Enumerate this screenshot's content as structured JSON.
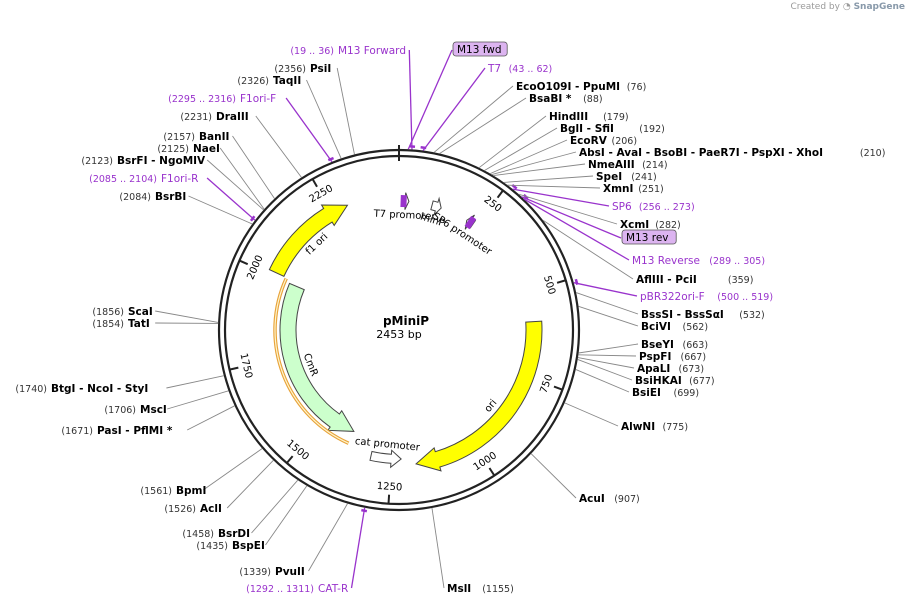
{
  "credit": {
    "prefix": "Created by",
    "brand": "SnapGene"
  },
  "plasmid": {
    "name": "pMiniP",
    "size_label": "2453 bp",
    "length": 2453
  },
  "ticks": [
    {
      "pos": 250,
      "label": "250"
    },
    {
      "pos": 500,
      "label": "500"
    },
    {
      "pos": 750,
      "label": "750"
    },
    {
      "pos": 1000,
      "label": "1000"
    },
    {
      "pos": 1250,
      "label": "1250"
    },
    {
      "pos": 1500,
      "label": "1500"
    },
    {
      "pos": 1750,
      "label": "1750"
    },
    {
      "pos": 2000,
      "label": "2000"
    },
    {
      "pos": 2250,
      "label": "2250"
    }
  ],
  "features": [
    {
      "name": "ori",
      "start": 589,
      "end": 1177,
      "dir": 1,
      "color": "#ffff00",
      "label": "ori"
    },
    {
      "name": "f1-ori",
      "start": 2010,
      "end": 2300,
      "dir": 1,
      "color": "#ffff00",
      "label": "f1 ori"
    },
    {
      "name": "cmr",
      "start": 1390,
      "end": 1997,
      "dir": -1,
      "color": "#ccffcc",
      "label": "CmR"
    },
    {
      "name": "cat-promoter",
      "start": 1220,
      "end": 1312,
      "dir": -1,
      "color": "#ffffff",
      "label": "cat promoter"
    },
    {
      "name": "t7-promoter",
      "start": 8,
      "end": 30,
      "dir": 1,
      "color": "#ffffff",
      "label": "T7 promoter"
    },
    {
      "name": "minp",
      "start": 101,
      "end": 130,
      "dir": 1,
      "color": "#ffffff",
      "label": "minP"
    },
    {
      "name": "sp6-promoter",
      "start": 216,
      "end": 238,
      "dir": -1,
      "color": "#ffffff",
      "label": "SP6 promoter"
    }
  ],
  "labels": [
    {
      "text": "M13 Forward",
      "range": "(19 .. 36)",
      "type": "primer",
      "pos": 28
    },
    {
      "text": "M13 fwd",
      "type": "boxed",
      "pos": 20
    },
    {
      "text": "T7",
      "range": "(43 .. 62)",
      "type": "primer",
      "pos": 52
    },
    {
      "text": "PsiI",
      "pos_text": "(2356)",
      "type": "site",
      "pos": 2356
    },
    {
      "text": "TaqII",
      "pos_text": "(2326)",
      "type": "site",
      "pos": 2326
    },
    {
      "text": "F1ori-F",
      "range": "(2295 .. 2316)",
      "type": "primer",
      "pos": 2305
    },
    {
      "text": "DraIII",
      "pos_text": "(2231)",
      "type": "site",
      "pos": 2231
    },
    {
      "text": "BanII",
      "pos_text": "(2157)",
      "type": "site",
      "pos": 2157
    },
    {
      "text": "NaeI",
      "pos_text": "(2125)",
      "type": "site",
      "pos": 2125
    },
    {
      "text": "BsrFI - NgoMIV",
      "pos_text": "(2123)",
      "type": "site",
      "pos": 2123
    },
    {
      "text": "F1ori-R",
      "range": "(2085 .. 2104)",
      "type": "primer",
      "pos": 2094
    },
    {
      "text": "BsrBI",
      "pos_text": "(2084)",
      "type": "site",
      "pos": 2084
    },
    {
      "text": "ScaI",
      "pos_text": "(1856)",
      "type": "site",
      "pos": 1856
    },
    {
      "text": "TatI",
      "pos_text": "(1854)",
      "type": "site",
      "pos": 1854
    },
    {
      "text": "BtgI - NcoI - StyI",
      "pos_text": "(1740)",
      "type": "site",
      "pos": 1740
    },
    {
      "text": "MscI",
      "pos_text": "(1706)",
      "type": "site",
      "pos": 1706
    },
    {
      "text": "PasI - PflMI *",
      "pos_text": "(1671)",
      "type": "site",
      "pos": 1671
    },
    {
      "text": "BpmI",
      "pos_text": "(1561)",
      "type": "site",
      "pos": 1561
    },
    {
      "text": "AclI",
      "pos_text": "(1526)",
      "type": "site",
      "pos": 1526
    },
    {
      "text": "BsrDI",
      "pos_text": "(1458)",
      "type": "site",
      "pos": 1458
    },
    {
      "text": "BspEI",
      "pos_text": "(1435)",
      "type": "site",
      "pos": 1435
    },
    {
      "text": "PvuII",
      "pos_text": "(1339)",
      "type": "site",
      "pos": 1339
    },
    {
      "text": "CAT-R",
      "range": "(1292 .. 1311)",
      "type": "primer",
      "pos": 1301
    },
    {
      "text": "MslI",
      "pos_text": "(1155)",
      "type": "site",
      "pos": 1155
    },
    {
      "text": "AcuI",
      "pos_text": "(907)",
      "type": "site",
      "pos": 907
    },
    {
      "text": "AlwNI",
      "pos_text": "(775)",
      "type": "site",
      "pos": 775
    },
    {
      "text": "BsiEI",
      "pos_text": "(699)",
      "type": "site",
      "pos": 699
    },
    {
      "text": "BsiHKAI",
      "pos_text": "(677)",
      "type": "site",
      "pos": 677
    },
    {
      "text": "ApaLI",
      "pos_text": "(673)",
      "type": "site",
      "pos": 673
    },
    {
      "text": "PspFI",
      "pos_text": "(667)",
      "type": "site",
      "pos": 667
    },
    {
      "text": "BseYI",
      "pos_text": "(663)",
      "type": "site",
      "pos": 663
    },
    {
      "text": "BciVI",
      "pos_text": "(562)",
      "type": "site",
      "pos": 562
    },
    {
      "text": "BssSI - BssSαI",
      "pos_text": "(532)",
      "type": "site",
      "pos": 532
    },
    {
      "text": "pBR322ori-F",
      "range": "(500 .. 519)",
      "type": "primer",
      "pos": 510
    },
    {
      "text": "AflIII - PciI",
      "pos_text": "(359)",
      "type": "site",
      "pos": 359
    },
    {
      "text": "M13 Reverse",
      "range": "(289 .. 305)",
      "type": "primer",
      "pos": 297
    },
    {
      "text": "M13 rev",
      "type": "boxed",
      "pos": 290
    },
    {
      "text": "XcmI",
      "pos_text": "(282)",
      "type": "site",
      "pos": 282
    },
    {
      "text": "SP6",
      "range": "(256 .. 273)",
      "type": "primer",
      "pos": 265
    },
    {
      "text": "XmnI",
      "pos_text": "(251)",
      "type": "site",
      "pos": 251
    },
    {
      "text": "SpeI",
      "pos_text": "(241)",
      "type": "site",
      "pos": 241
    },
    {
      "text": "NmeAIII",
      "pos_text": "(214)",
      "type": "site",
      "pos": 214
    },
    {
      "text": "AbsI - AvaI - BsoBI - PaeR7I - PspXI - XhoI",
      "pos_text": "(210)",
      "type": "site",
      "pos": 210
    },
    {
      "text": "EcoRV",
      "pos_text": "(206)",
      "type": "site",
      "pos": 206
    },
    {
      "text": "BglI - SfiI",
      "pos_text": "(192)",
      "type": "site",
      "pos": 192
    },
    {
      "text": "HindIII",
      "pos_text": "(179)",
      "type": "site",
      "pos": 179
    },
    {
      "text": "BsaBI *",
      "pos_text": "(88)",
      "type": "site",
      "pos": 88
    },
    {
      "text": "EcoO109I - PpuMI",
      "pos_text": "(76)",
      "type": "site",
      "pos": 76
    }
  ],
  "colors": {
    "primer": "#9933cc",
    "site": "#000000",
    "position": "#333333",
    "leader": "#888888",
    "primer_leader": "#9933cc",
    "backbone": "#222222",
    "primer_box": "#dcb4f0"
  }
}
